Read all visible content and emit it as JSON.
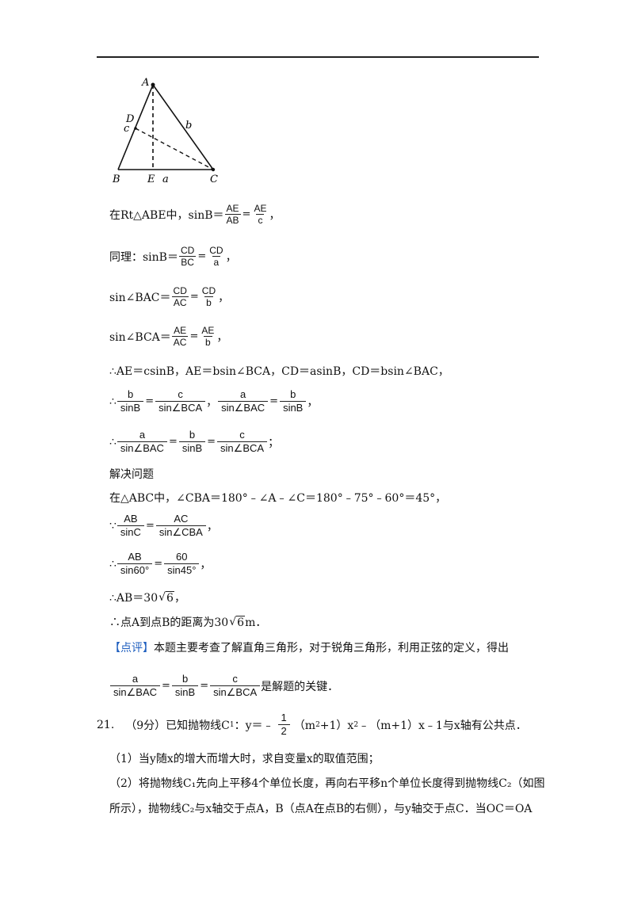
{
  "diagram": {
    "labels": {
      "A": "A",
      "B": "B",
      "C": "C",
      "D": "D",
      "E": "E",
      "a": "a",
      "b": "b",
      "c": "c"
    }
  },
  "lines": {
    "l1": {
      "prefix": "在Rt△ABE中，sinB＝",
      "f1n": "AE",
      "f1d": "AB",
      "f2n": "AE",
      "f2d": "c",
      "tail": "，"
    },
    "l2": {
      "prefix": "同理：sinB＝",
      "f1n": "CD",
      "f1d": "BC",
      "f2n": "CD",
      "f2d": "a",
      "tail": "，"
    },
    "l3": {
      "prefix": "sin∠BAC＝",
      "f1n": "CD",
      "f1d": "AC",
      "f2n": "CD",
      "f2d": "b",
      "tail": "，"
    },
    "l4": {
      "prefix": "sin∠BCA＝",
      "f1n": "AE",
      "f1d": "AC",
      "f2n": "AE",
      "f2d": "b",
      "tail": "，"
    },
    "l5": {
      "text": "∴AE＝csinB，AE＝bsin∠BCA，CD＝asinB，CD＝bsin∠BAC，"
    },
    "l6": {
      "prefix": "∴",
      "f1n": "b",
      "f1d": "sinB",
      "f2n": "c",
      "f2d": "sin∠BCA",
      "mid": "，",
      "f3n": "a",
      "f3d": "sin∠BAC",
      "f4n": "b",
      "f4d": "sinB",
      "tail": "，"
    },
    "l7": {
      "prefix": "∴",
      "f1n": "a",
      "f1d": "sin∠BAC",
      "f2n": "b",
      "f2d": "sinB",
      "f3n": "c",
      "f3d": "sin∠BCA",
      "tail": "；"
    },
    "l8": {
      "text": "解决问题"
    },
    "l9": {
      "text": "在△ABC中，∠CBA＝180°﹣∠A﹣∠C＝180°﹣75°﹣60°＝45°，"
    },
    "l10": {
      "prefix": "∵",
      "f1n": "AB",
      "f1d": "sinC",
      "f2n": "AC",
      "f2d": "sin∠CBA",
      "tail": "，"
    },
    "l11": {
      "prefix": "∴",
      "f1n": "AB",
      "f1d": "sin60°",
      "f2n": "60",
      "f2d": "sin45°",
      "tail": "，"
    },
    "l12": {
      "prefix": "∴AB＝30",
      "rad": "6",
      "tail": "，"
    },
    "l13": {
      "prefix": "∴点A到点B的距离为30",
      "rad": "6",
      "tail": "m．"
    },
    "comment": {
      "tag": "【点评】",
      "text": "本题主要考查了解直角三角形，对于锐角三角形，利用正弦的定义，得出"
    },
    "l14": {
      "f1n": "a",
      "f1d": "sin∠BAC",
      "f2n": "b",
      "f2d": "sinB",
      "f3n": "c",
      "f3d": "sin∠BCA",
      "tail": "是解题的关键．"
    },
    "q21": {
      "num": "21.",
      "score": "（9分）已知抛物线C",
      "sub1": "1",
      "p1": "：y＝﹣",
      "fn": "1",
      "fd": "2",
      "p2": "（m",
      "sup": "2",
      "p3": "+1）x",
      "sup2": "2",
      "p4": "﹣（m+1）x﹣1与x轴有公共点．"
    },
    "q21_1": {
      "text": "（1）当y随x的增大而增大时，求自变量x的取值范围；"
    },
    "q21_2a": {
      "text": "（2）将抛物线C₁先向上平移4个单位长度，再向右平移n个单位长度得到抛物线C₂（如图"
    },
    "q21_2b": {
      "text": "所示），抛物线C₂与x轴交于点A，B（点A在点B的右侧），与y轴交于点C．当OC＝OA"
    }
  }
}
